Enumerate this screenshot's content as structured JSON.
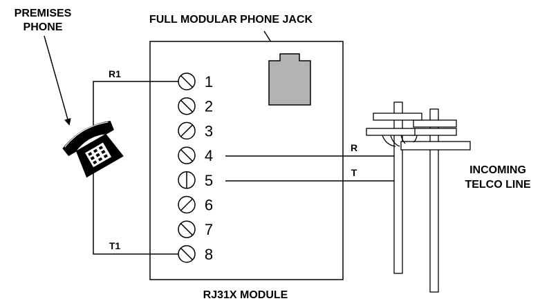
{
  "labels": {
    "premises_phone_line1": "PREMISES",
    "premises_phone_line2": "PHONE",
    "jack": "FULL MODULAR PHONE JACK",
    "module": "RJ31X MODULE",
    "incoming_line1": "INCOMING",
    "incoming_line2": "TELCO LINE",
    "wire_r1": "R1",
    "wire_t1": "T1",
    "wire_r": "R",
    "wire_t": "T"
  },
  "terminals": [
    {
      "number": "1"
    },
    {
      "number": "2"
    },
    {
      "number": "3"
    },
    {
      "number": "4"
    },
    {
      "number": "5"
    },
    {
      "number": "6"
    },
    {
      "number": "7"
    },
    {
      "number": "8"
    }
  ],
  "colors": {
    "line": "#000000",
    "jack_fill": "#b3b3b3",
    "background": "#ffffff"
  }
}
